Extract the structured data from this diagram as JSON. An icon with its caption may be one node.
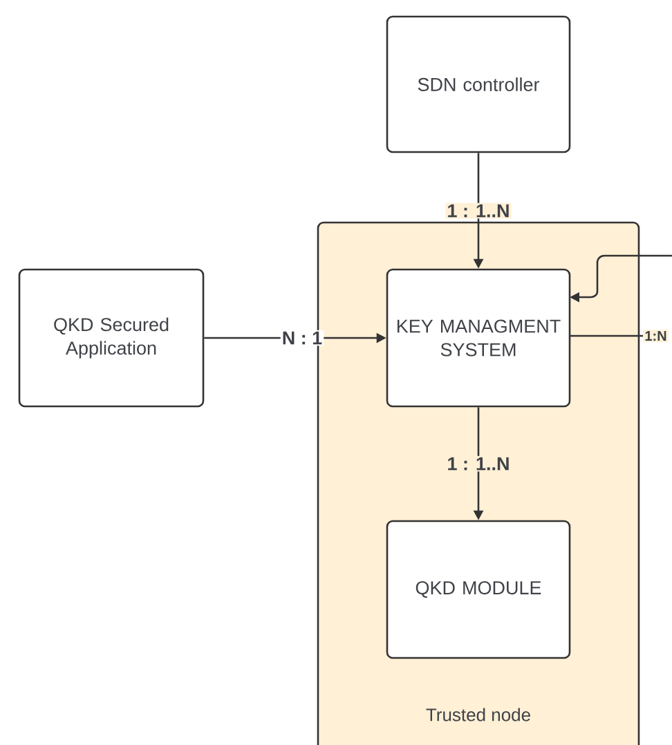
{
  "diagram": {
    "nodes": [
      {
        "text": [
          "SDN controller"
        ]
      },
      {
        "text": [
          "Trusted node"
        ]
      },
      {
        "text": [
          "KEY MANAGMENT SYSTEM"
        ],
        "in": 1
      },
      {
        "text": [
          "QKD MODULE"
        ],
        "in": 1
      },
      {
        "text": [
          "QKD Secured Application"
        ]
      }
    ],
    "edges": [
      {
        "from": 0,
        "to": 2,
        "arrow": "to",
        "label": "1 : 1..N"
      },
      {
        "from": 4,
        "to": 2,
        "arrow": "to",
        "label": "N : 1"
      },
      {
        "from": 2,
        "to": 3,
        "arrow": "to",
        "label": "1 : 1..N"
      },
      {
        "from": null,
        "to": 2,
        "arrow": "to"
      },
      {
        "from": 2,
        "to": null,
        "arrow": "none",
        "label": "1:N"
      }
    ]
  }
}
